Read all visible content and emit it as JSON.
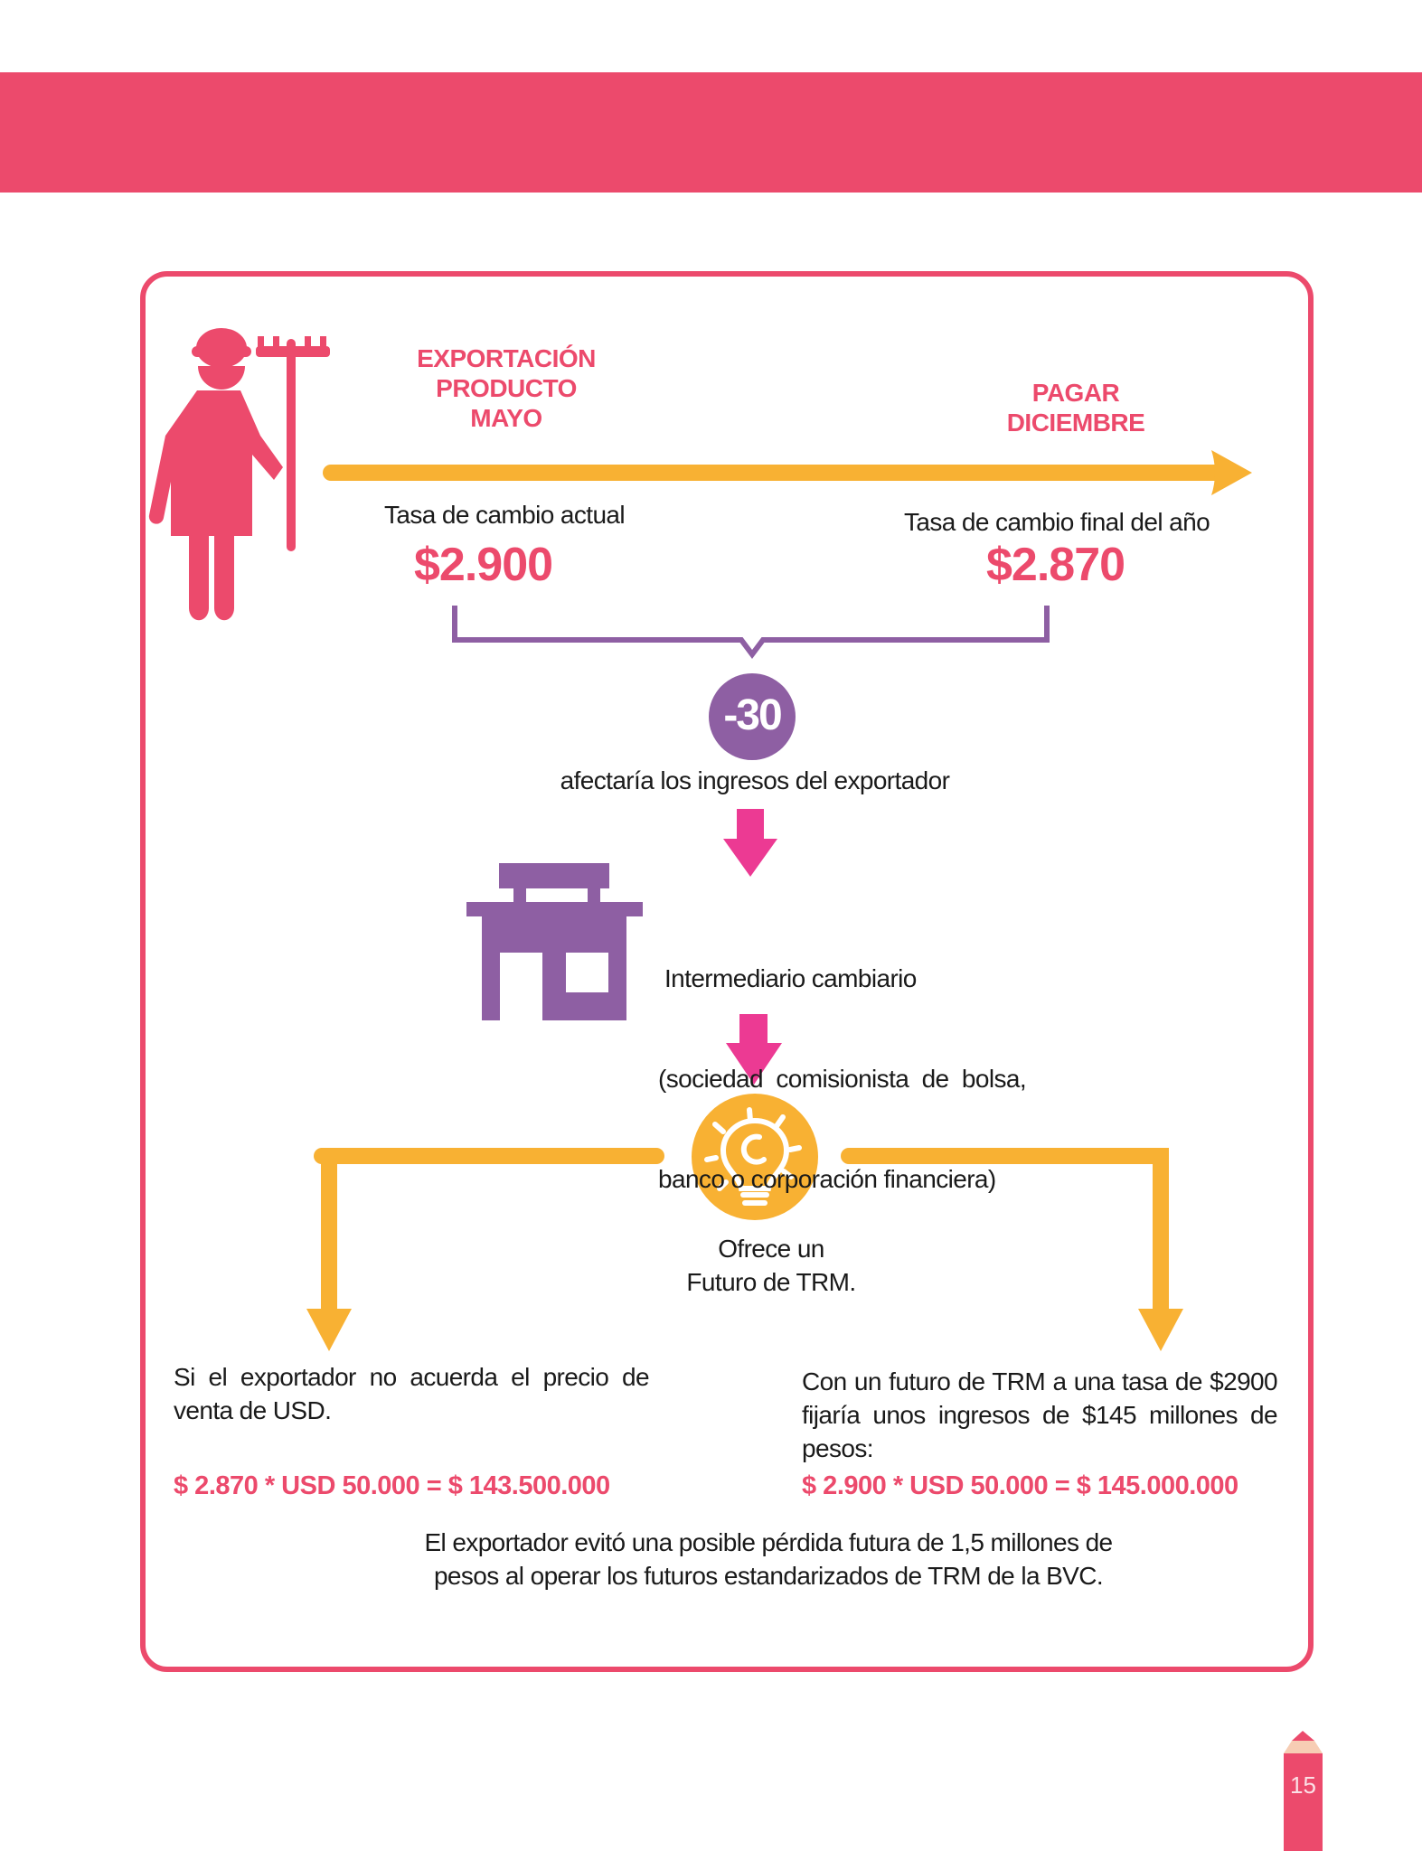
{
  "colors": {
    "pink": "#ec4a6c",
    "orange": "#f8b133",
    "purple": "#8e5fa3",
    "magenta": "#ec3a93"
  },
  "timeline": {
    "start_title": [
      "EXPORTACIÓN",
      "PRODUCTO",
      "MAYO"
    ],
    "end_title": [
      "PAGAR",
      "DICIEMBRE"
    ],
    "start_label": "Tasa de cambio actual",
    "start_value": "$2.900",
    "end_label": "Tasa de cambio final del año",
    "end_value": "$2.870"
  },
  "difference": {
    "value": "-30",
    "caption": "afectaría los ingresos del exportador"
  },
  "intermediary": {
    "lines": [
      "Intermediario cambiario",
      "(sociedad  comisionista  de  bolsa,",
      "banco o corporación financiera)"
    ]
  },
  "offer": {
    "lines": [
      "Ofrece un",
      "Futuro de TRM."
    ]
  },
  "left_case": {
    "text": "Si el exportador no acuerda el precio de venta de USD.",
    "formula": "$ 2.870 * USD 50.000 = $ 143.500.000"
  },
  "right_case": {
    "text": "Con un futuro de TRM a una tasa de $2900 fijaría unos ingresos de $145 millones de pesos:",
    "formula": "$ 2.900 * USD 50.000 = $ 145.000.000"
  },
  "conclusion": [
    "El exportador evitó una posible pérdida futura de 1,5 millones de",
    "pesos al operar los futuros estandarizados de TRM de la BVC."
  ],
  "page_number": "15"
}
